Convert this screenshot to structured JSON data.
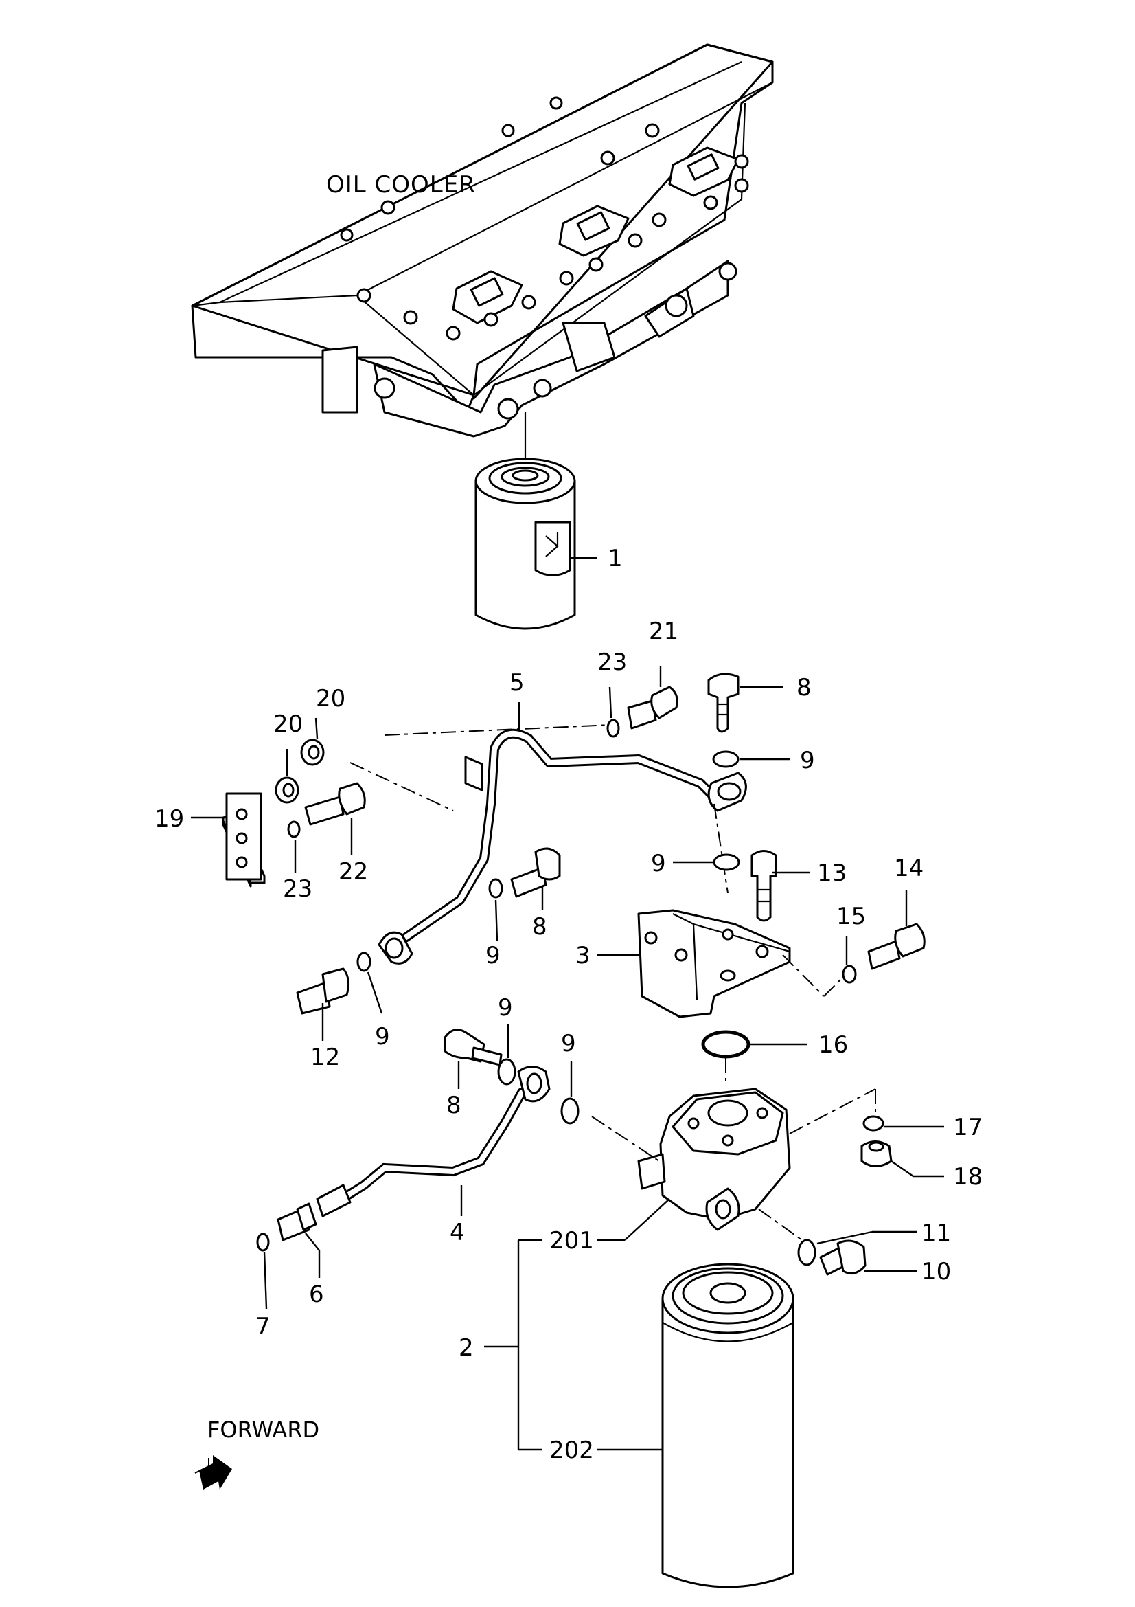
{
  "title": "OIL COOLER",
  "forward_label": "FORWARD",
  "callouts": {
    "c1": "1",
    "c2": "2",
    "c3": "3",
    "c4": "4",
    "c5": "5",
    "c6": "6",
    "c7": "7",
    "c8a": "8",
    "c8b": "8",
    "c8c": "8",
    "c9a": "9",
    "c9b": "9",
    "c9c": "9",
    "c9d": "9",
    "c9e": "9",
    "c9f": "9",
    "c10": "10",
    "c11": "11",
    "c12": "12",
    "c13": "13",
    "c14": "14",
    "c15": "15",
    "c16": "16",
    "c17": "17",
    "c18": "18",
    "c19": "19",
    "c20a": "20",
    "c20b": "20",
    "c21": "21",
    "c22": "22",
    "c23a": "23",
    "c23b": "23",
    "c201": "201",
    "c202": "202"
  },
  "icons": {
    "forward": "forward-arrow-icon"
  }
}
